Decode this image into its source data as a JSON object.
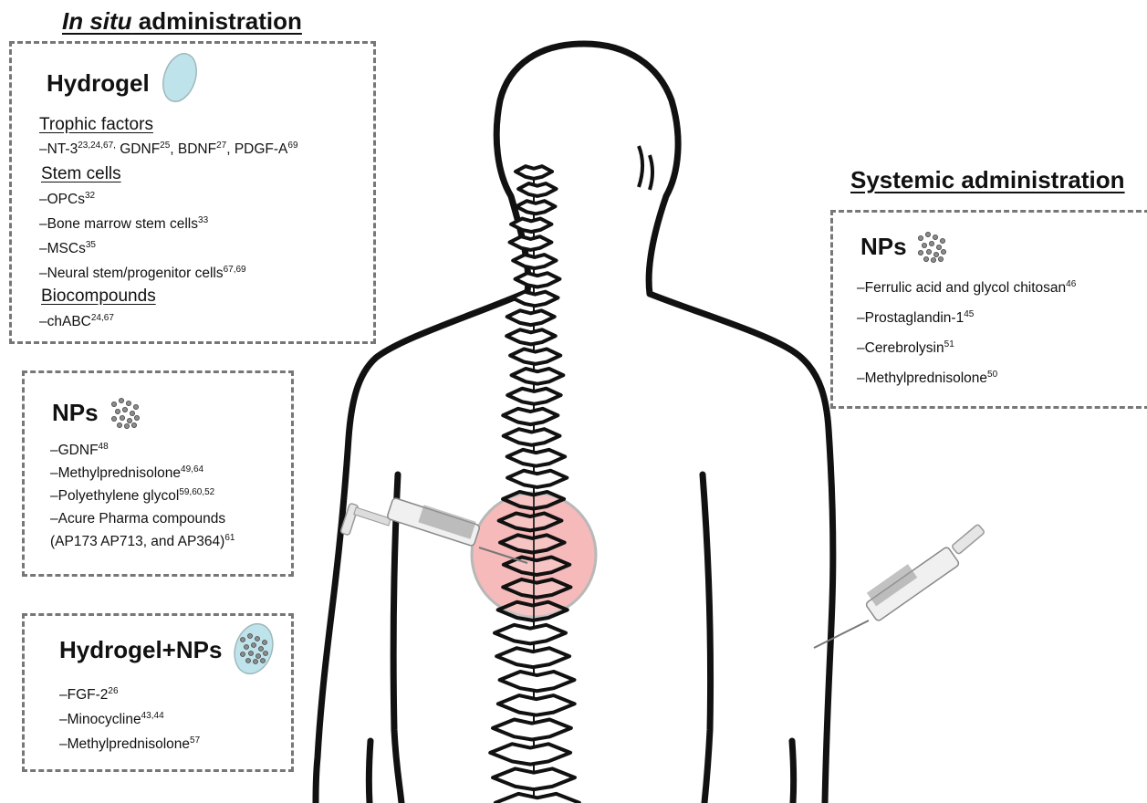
{
  "headings": {
    "in_situ_italic": "In situ",
    "in_situ_rest": " administration",
    "systemic": "Systemic administration"
  },
  "hydrogel_box": {
    "title": "Hydrogel",
    "sections": [
      {
        "label": "Trophic factors",
        "items": [
          {
            "parts": [
              {
                "text": "–NT-3"
              },
              {
                "sup": "23,24,67,"
              },
              {
                "text": " GDNF"
              },
              {
                "sup": "25"
              },
              {
                "text": ", BDNF"
              },
              {
                "sup": "27"
              },
              {
                "text": ", PDGF-A"
              },
              {
                "sup": "69"
              }
            ]
          }
        ]
      },
      {
        "label": "Stem cells",
        "items": [
          {
            "parts": [
              {
                "text": "–OPCs"
              },
              {
                "sup": "32"
              }
            ]
          },
          {
            "parts": [
              {
                "text": "–Bone marrow stem cells"
              },
              {
                "sup": "33"
              }
            ]
          },
          {
            "parts": [
              {
                "text": "–MSCs"
              },
              {
                "sup": "35"
              }
            ]
          },
          {
            "parts": [
              {
                "text": "–Neural stem/progenitor cells"
              },
              {
                "sup": "67,69"
              }
            ]
          }
        ]
      },
      {
        "label": "Biocompounds",
        "items": [
          {
            "parts": [
              {
                "text": "–chABC"
              },
              {
                "sup": "24,67"
              }
            ]
          }
        ]
      }
    ]
  },
  "nps_box": {
    "title": "NPs",
    "items": [
      {
        "parts": [
          {
            "text": "–GDNF"
          },
          {
            "sup": "48"
          }
        ]
      },
      {
        "parts": [
          {
            "text": "–Methylprednisolone"
          },
          {
            "sup": "49,64"
          }
        ]
      },
      {
        "parts": [
          {
            "text": "–Polyethylene glycol"
          },
          {
            "sup": "59,60,52"
          }
        ]
      },
      {
        "parts": [
          {
            "text": "–Acure Pharma compounds"
          }
        ]
      },
      {
        "parts": [
          {
            "text": "(AP173 AP713, and AP364)"
          },
          {
            "sup": "61"
          }
        ]
      }
    ]
  },
  "hydrogel_nps_box": {
    "title": "Hydrogel+NPs",
    "items": [
      {
        "parts": [
          {
            "text": "–FGF-2"
          },
          {
            "sup": "26"
          }
        ]
      },
      {
        "parts": [
          {
            "text": "–Minocycline"
          },
          {
            "sup": "43,44"
          }
        ]
      },
      {
        "parts": [
          {
            "text": "–Methylprednisolone"
          },
          {
            "sup": "57"
          }
        ]
      }
    ]
  },
  "systemic_box": {
    "title": "NPs",
    "items": [
      {
        "parts": [
          {
            "text": "–Ferrulic acid and glycol chitosan"
          },
          {
            "sup": "46"
          }
        ]
      },
      {
        "parts": [
          {
            "text": "–Prostaglandin-1"
          },
          {
            "sup": "45"
          }
        ]
      },
      {
        "parts": [
          {
            "text": "–Cerebrolysin"
          },
          {
            "sup": "51"
          }
        ]
      },
      {
        "parts": [
          {
            "text": "–Methylprednisolone"
          },
          {
            "sup": "50"
          }
        ]
      }
    ]
  },
  "colors": {
    "hydrogel": "#bfe3ea",
    "injury_site": "#f4a9a9",
    "box_border": "#777777",
    "nanoparticle": "#8c8c8c"
  }
}
